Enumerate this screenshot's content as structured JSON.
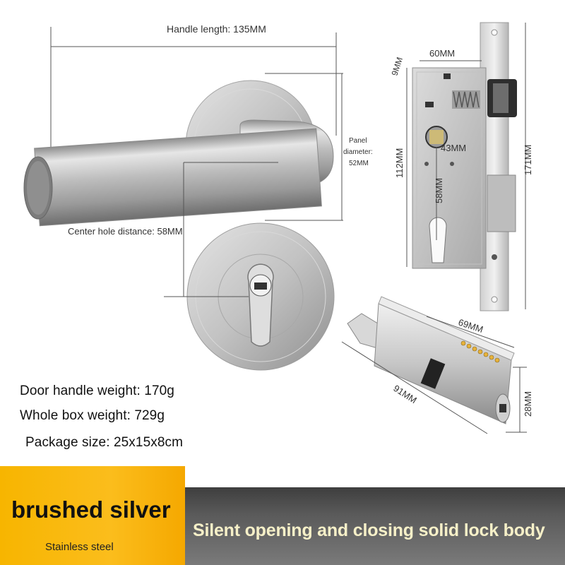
{
  "dimensions": {
    "handle_length": "Handle length: 135MM",
    "panel_line1": "Panel",
    "panel_line2": "diameter:",
    "panel_line3": "52MM",
    "center_hole": "Center hole distance: 58MM",
    "lock_9": "9MM",
    "lock_60": "60MM",
    "lock_43": "43MM",
    "lock_112": "112MM",
    "lock_58": "58MM",
    "lock_171": "171MM",
    "cyl_69": "69MM",
    "cyl_91": "91MM",
    "cyl_28": "28MM"
  },
  "specs": {
    "handle_weight": "Door handle weight: 170g",
    "box_weight": "Whole box weight: 729g",
    "package_size": "Package size: 25x15x8cm"
  },
  "banner": {
    "finish": "brushed silver",
    "material": "Stainless steel",
    "slogan": "Silent opening and closing solid lock body"
  },
  "colors": {
    "banner_yellow": "#f7b500",
    "banner_gray": "#555555",
    "slogan_text": "#f6f0c8",
    "steel": "#c8c8c8"
  }
}
